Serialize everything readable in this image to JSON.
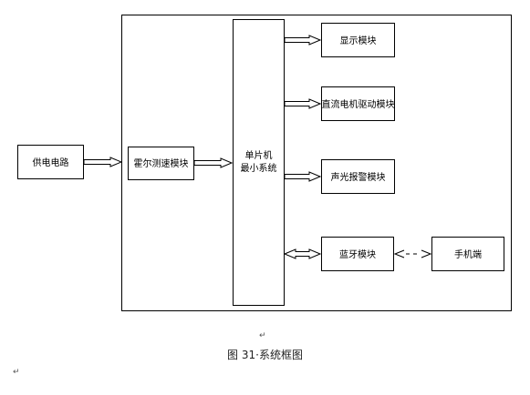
{
  "blocks": {
    "power": "供电电路",
    "hall": "霍尔测速模块",
    "mcu_line1": "单片机",
    "mcu_line2": "最小系统",
    "display": "显示模块",
    "motor": "直流电机驱动模块",
    "alarm": "声光报警模块",
    "bluetooth": "蓝牙模块",
    "phone": "手机端"
  },
  "caption": "图 31·系统框图",
  "para_mark": "↵"
}
